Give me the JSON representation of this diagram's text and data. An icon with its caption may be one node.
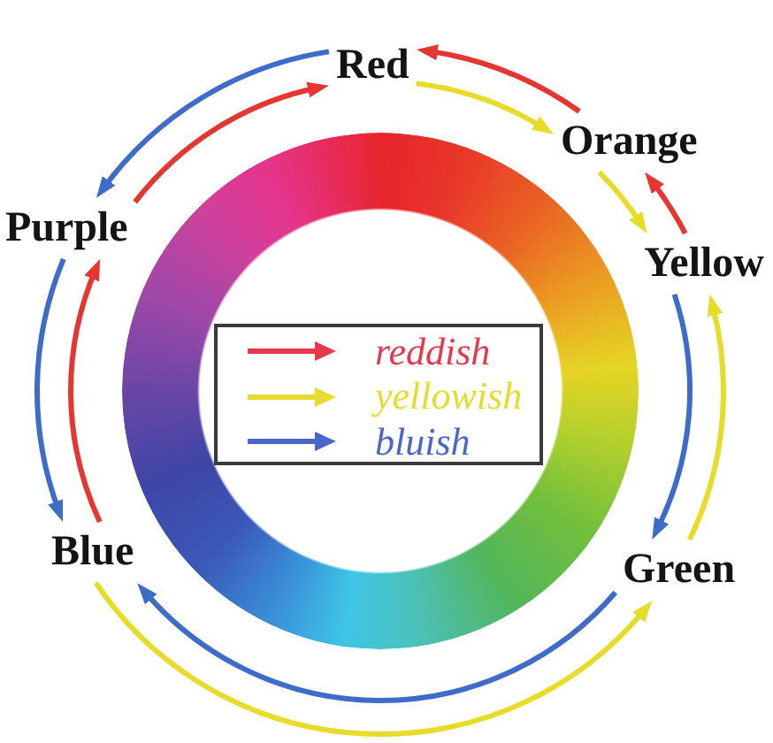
{
  "diagram": {
    "nodes": [
      {
        "text": [
          "Red"
        ]
      },
      {
        "text": [
          "Orange"
        ]
      },
      {
        "text": [
          "Purple"
        ]
      },
      {
        "text": [
          "Yellow"
        ]
      },
      {
        "text": [
          "Blue"
        ]
      },
      {
        "text": [
          "Green"
        ]
      }
    ],
    "edges": [
      {
        "from": 0,
        "to": 2,
        "arrow": "to",
        "color": "#3f6cc8"
      },
      {
        "from": 2,
        "to": 0,
        "arrow": "to",
        "color": "#e63632"
      },
      {
        "from": 1,
        "to": 0,
        "arrow": "to",
        "color": "#e63632"
      },
      {
        "from": 0,
        "to": 1,
        "arrow": "to",
        "color": "#e8dc2a"
      },
      {
        "from": 3,
        "to": 1,
        "arrow": "to",
        "color": "#e63632"
      },
      {
        "from": 1,
        "to": 3,
        "arrow": "to",
        "color": "#e8dc2a"
      },
      {
        "from": 3,
        "to": 5,
        "arrow": "to",
        "color": "#3f6cc8"
      },
      {
        "from": 5,
        "to": 3,
        "arrow": "to",
        "color": "#e8dc2a"
      },
      {
        "from": 5,
        "to": 4,
        "arrow": "to",
        "color": "#3f6cc8"
      },
      {
        "from": 4,
        "to": 5,
        "arrow": "to",
        "color": "#e8dc2a"
      },
      {
        "from": 2,
        "to": 4,
        "arrow": "to",
        "color": "#3f6cc8"
      },
      {
        "from": 4,
        "to": 2,
        "arrow": "to",
        "color": "#e63632"
      }
    ],
    "legend": [
      {
        "text": "reddish",
        "color": "#e8384e"
      },
      {
        "text": "yellowish",
        "color": "#e6dc30"
      },
      {
        "text": "bluish",
        "color": "#4a66c8"
      }
    ]
  }
}
